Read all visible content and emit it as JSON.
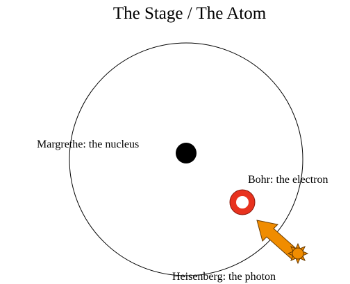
{
  "title": "The Stage / The Atom",
  "labels": {
    "nucleus": "Margrethe: the nucleus",
    "electron": "Bohr: the electron",
    "photon": "Heisenberg: the photon"
  },
  "colors": {
    "stroke": "#000000",
    "nucleus": "#000000",
    "electron_ring": "#e8321e",
    "photon_arrow": "#f08c00",
    "photon_sun": "#f08c00"
  },
  "icons": {
    "nucleus": "filled-circle",
    "electron": "ring",
    "photon": "sun-with-arrow"
  }
}
